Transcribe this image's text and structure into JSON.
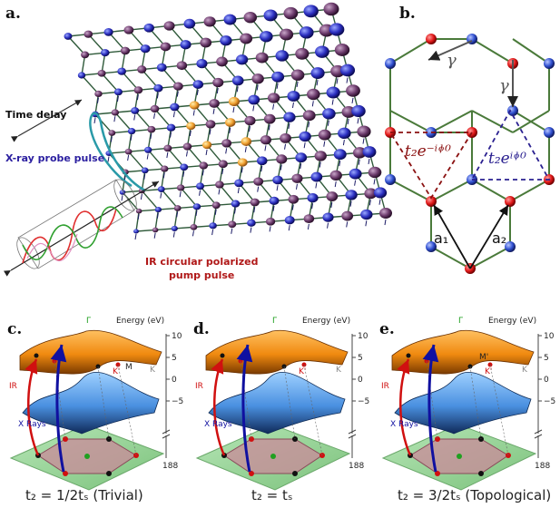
{
  "panel_a": {
    "letter": "a.",
    "time_delay": "Time delay",
    "xray_label": "X-ray probe pulse",
    "ir_line1": "IR circular polarized",
    "ir_line2": "pump pulse",
    "colors": {
      "xray": "#2b1fa0",
      "ir": "#b01818"
    }
  },
  "panel_b": {
    "letter": "b.",
    "gamma_top": "γ",
    "gamma_right": "γ",
    "t2_left": "t₂e⁻ⁱᶲ⁰",
    "t2_right": "t₂eⁱᶲ⁰",
    "a1": "a₁",
    "a2": "a₂"
  },
  "panels_cde": [
    {
      "letter": "c.",
      "caption": "t₂ = 1/2tₛ (Trivial)",
      "points": [
        "Γ",
        "K'",
        "M",
        "K"
      ]
    },
    {
      "letter": "d.",
      "caption": "t₂ = tₛ",
      "points": [
        "Γ",
        "K'",
        "K"
      ]
    },
    {
      "letter": "e.",
      "caption": "t₂ = 3/2tₛ (Topological)",
      "points": [
        "Γ",
        "M'",
        "K'",
        "K"
      ]
    }
  ],
  "energy_axis": {
    "label": "Energy (eV)",
    "ticks": [
      "10",
      "5",
      "0",
      "−5"
    ],
    "break_value": "188"
  },
  "band_labels": {
    "ir": "IR",
    "xrays": "X Rays"
  }
}
